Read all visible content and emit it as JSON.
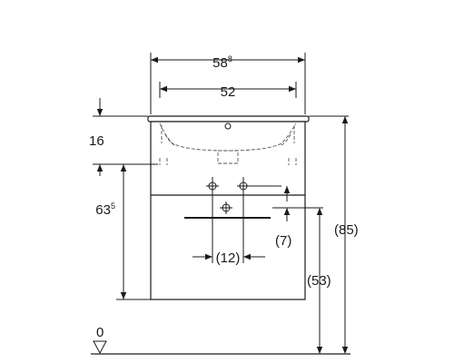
{
  "dimensions": {
    "total_width": {
      "main": "58",
      "sup": "8"
    },
    "inner_width": "52",
    "basin_depth": "16",
    "height_to_basin": {
      "main": "63",
      "sup": "5"
    },
    "overall_height": "(85)",
    "drawer_height": "(53)",
    "drain_offset": "(7)",
    "drain_spacing": "(12)",
    "floor_level": "0"
  },
  "colors": {
    "line": "#1a1a1a",
    "hidden": "#555555",
    "floor": "#444444"
  }
}
